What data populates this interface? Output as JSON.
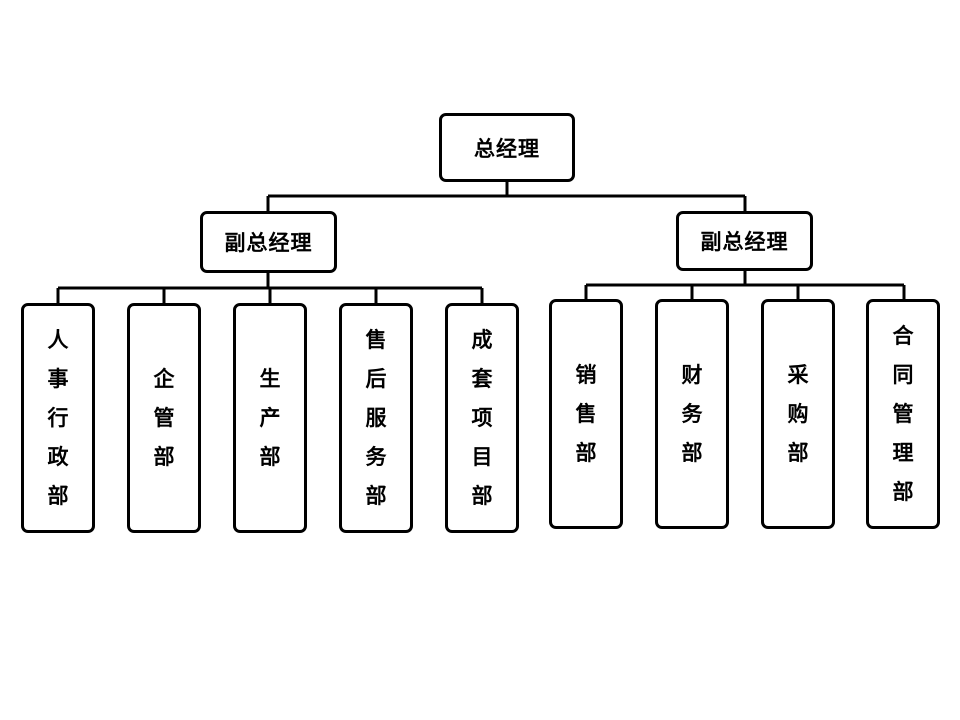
{
  "org_chart": {
    "ceo": {
      "label": "总经理"
    },
    "deputies": [
      {
        "label": "副总经理",
        "departments": [
          {
            "label": "人事行政部"
          },
          {
            "label": "企管部"
          },
          {
            "label": "生产部"
          },
          {
            "label": "售后服务部"
          },
          {
            "label": "成套项目部"
          }
        ]
      },
      {
        "label": "副总经理",
        "departments": [
          {
            "label": "销售部"
          },
          {
            "label": "财务部"
          },
          {
            "label": "采购部"
          },
          {
            "label": "合同管理部"
          }
        ]
      }
    ]
  }
}
